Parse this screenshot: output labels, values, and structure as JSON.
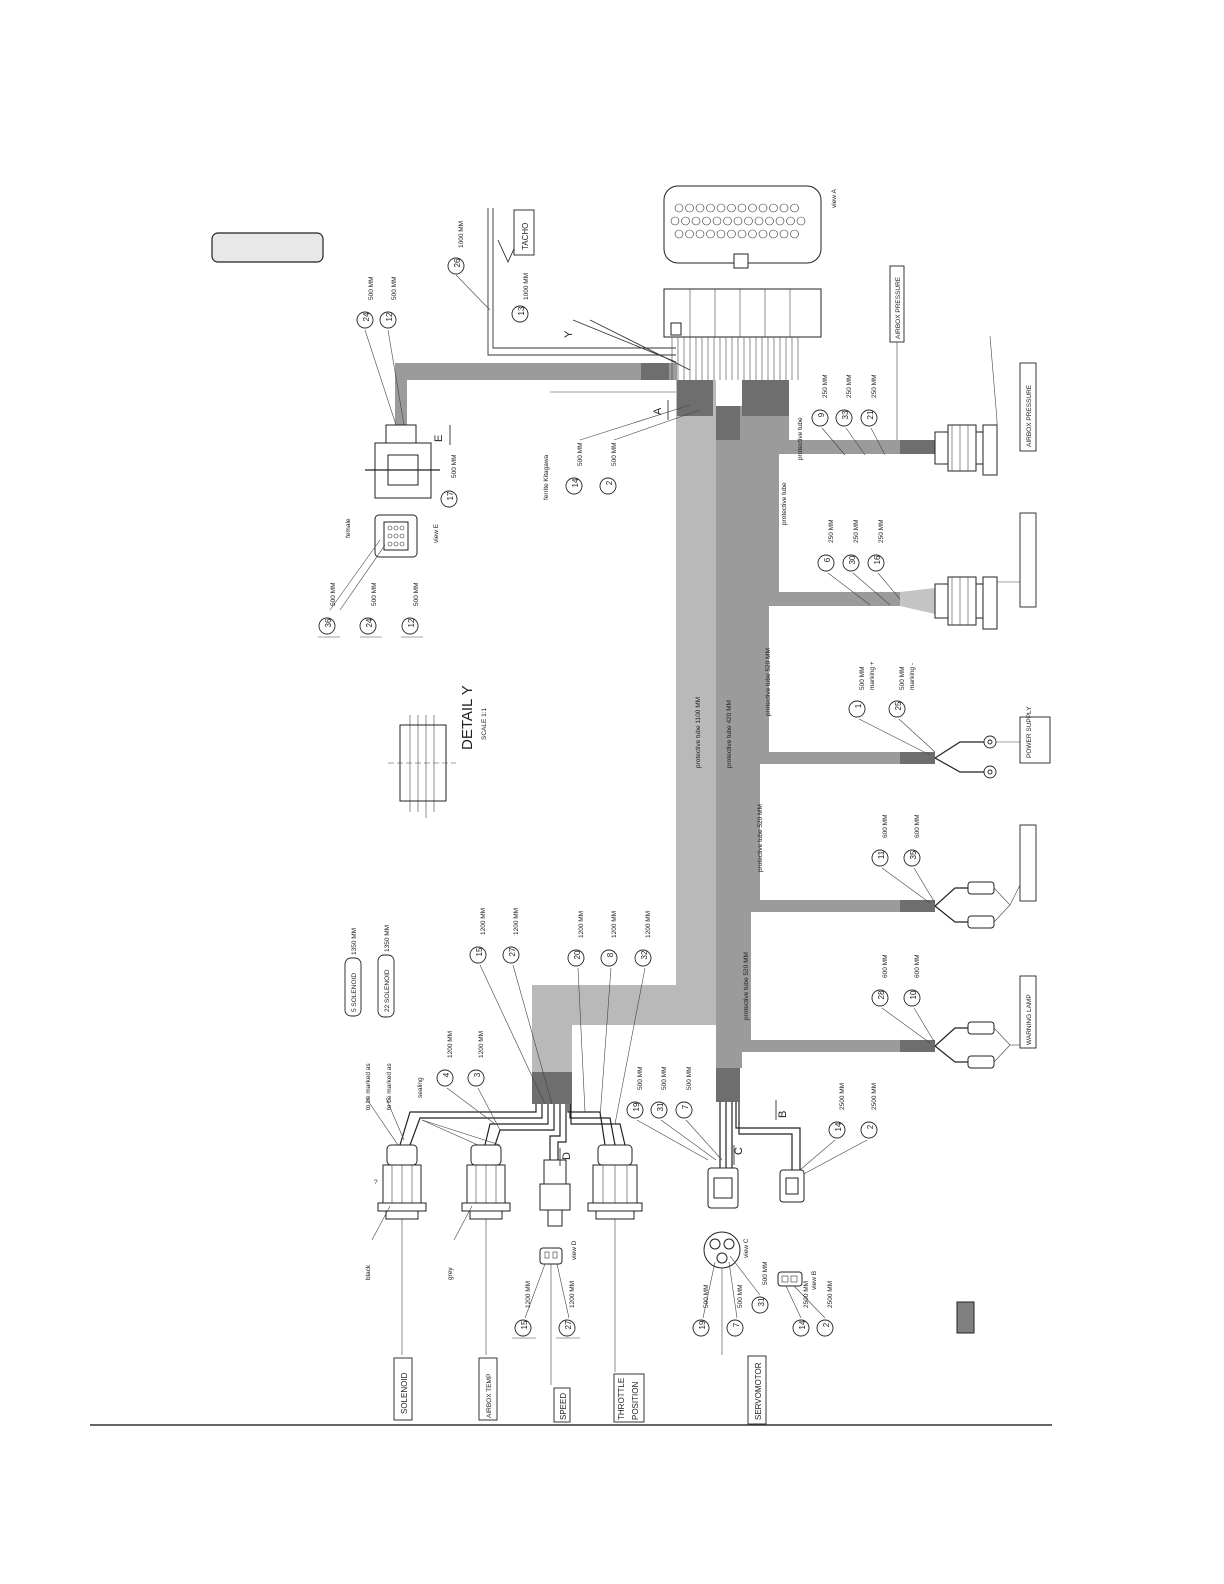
{
  "header_box": "",
  "legend_swatch_color": "#808080",
  "colors": {
    "trunk": "#b9b9b9",
    "branch": "#9b9b9b",
    "sleeve": "#6e6e6e"
  },
  "ecu": {
    "view_label": "view A",
    "detail_y": "Y",
    "arrow_a": "A"
  },
  "detail": {
    "title": "DETAIL  Y",
    "scale": "SCALE 1:1"
  },
  "top": {
    "tacho_label": "TACHO",
    "w26_num": "26",
    "w26_len": "1000 MM",
    "w13_num": "13",
    "w13_len": "1000 MM",
    "w24_num": "24",
    "w24_len": "500 MM",
    "w12_num": "12",
    "w12_len": "500 MM",
    "ferrite_label": "ferrite Kitagawa",
    "w14_num": "14",
    "w14_len": "500 MM",
    "w2_num": "2",
    "w2_len": "500 MM",
    "w17_num": "17",
    "w17_len": "500 MM",
    "arrow_e": "E",
    "view_e": "view E",
    "female": "female",
    "w36_num": "36",
    "w36_len": "500 MM",
    "w24b_num": "24",
    "w24b_len": "500 MM",
    "w12b_num": "12",
    "w12b_len": "500 MM"
  },
  "tubes": {
    "t1100": "protective tube   1100 MM",
    "t420": "protective tube   420 MM",
    "t520a": "protective tube   520 MM",
    "t520b": "protective tube   520 MM",
    "t520c": "protective tube   520 MM",
    "tube_bottom": "protective tube",
    "tube_mid": "protective tube"
  },
  "right": {
    "airbox_pressure_label": "AIRBOX PRESSURE",
    "airbox_pressure_tag": "AIRBOX PRESSURE",
    "w9_num": "9",
    "w9_len": "250 MM",
    "w33_num": "33",
    "w33_len": "250 MM",
    "w21_num": "21",
    "w21_len": "250 MM",
    "w6_num": "6",
    "w6_len": "250 MM",
    "w30_num": "30",
    "w30_len": "250 MM",
    "w16_num": "16",
    "w16_len": "250 MM",
    "power_supply_label": "POWER SUPPLY",
    "w1_num": "1",
    "w1_len": "500 MM",
    "w1_mark": "marking +",
    "w25_num": "25",
    "w25_len": "500 MM",
    "w25_mark": "marking -",
    "w11_num": "11",
    "w11_len": "600 MM",
    "w35_num": "35",
    "w35_len": "600 MM",
    "warning_lamp_label": "WARNING LAMP",
    "w28_num": "28",
    "w28_len": "600 MM",
    "w10_num": "10",
    "w10_len": "600 MM"
  },
  "left": {
    "marked1": "to be marked as",
    "marked1_tag": "5  SOLENOID",
    "marked1_len": "1350 MM",
    "marked2": "to be marked as",
    "marked2_tag": "22  SOLENOID",
    "marked2_len": "1350 MM",
    "sealing": "sealing",
    "w4_num": "4",
    "w4_len": "1200 MM",
    "w3_num": "3",
    "w3_len": "1200 MM",
    "w15_num": "15",
    "w15_len": "1200 MM",
    "w27_num": "27",
    "w27_len": "1200 MM",
    "w20_num": "20",
    "w20_len": "1200 MM",
    "w8_num": "8",
    "w8_len": "1200 MM",
    "w32_num": "32",
    "w32_len": "1200 MM",
    "w19_num": "19",
    "w19_len": "500 MM",
    "w31_num": "31",
    "w31_len": "500 MM",
    "w7_num": "7",
    "w7_len": "500 MM",
    "w14_num": "14",
    "w14_len": "2500 MM",
    "w2_num": "2",
    "w2_len": "2500 MM",
    "arrow_b": "B",
    "arrow_c": "C",
    "arrow_d": "D",
    "black": "black",
    "grey": "grey",
    "sol_marker": "?",
    "view_d": "view D",
    "view_c": "view C",
    "view_b": "view B",
    "speed_w15_num": "15",
    "speed_w15_len": "1200 MM",
    "speed_w27_num": "27",
    "speed_w27_len": "1200 MM",
    "servo_w19_num": "19",
    "servo_w19_len": "500 MM",
    "servo_w7_num": "7",
    "servo_w7_len": "500 MM",
    "servo_w31_num": "31",
    "servo_w31_len": "500 MM",
    "vb_w14_num": "14",
    "vb_w14_len": "2500 MM",
    "vb_w2_num": "2",
    "vb_w2_len": "2500 MM"
  },
  "labels": {
    "solenoid": "SOLENOID",
    "airbox_temp": "AIRBOX TEMP",
    "speed": "SPEED",
    "throttle": "THROTTLE",
    "position": "POSITION",
    "servomotor": "SERVOMOTOR"
  }
}
